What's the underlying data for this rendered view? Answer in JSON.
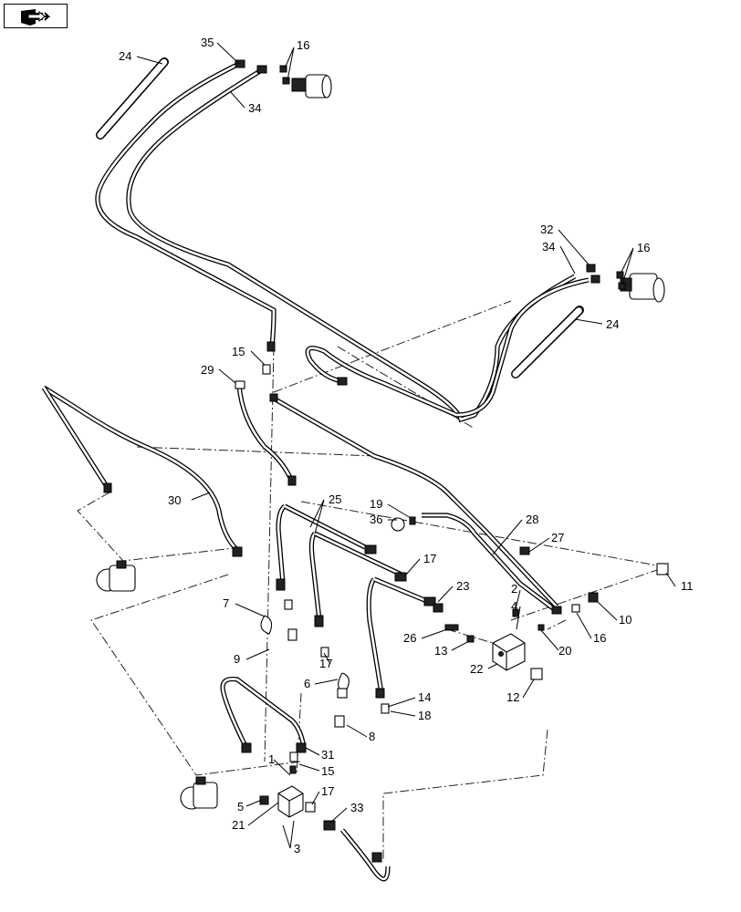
{
  "nav": {
    "icon": "book-arrow-icon"
  },
  "callouts": [
    {
      "id": "c35",
      "text": "35"
    },
    {
      "id": "c16a",
      "text": "16"
    },
    {
      "id": "c24a",
      "text": "24"
    },
    {
      "id": "c34a",
      "text": "34"
    },
    {
      "id": "c32",
      "text": "32"
    },
    {
      "id": "c34b",
      "text": "34"
    },
    {
      "id": "c16b",
      "text": "16"
    },
    {
      "id": "c24b",
      "text": "24"
    },
    {
      "id": "c15a",
      "text": "15"
    },
    {
      "id": "c29",
      "text": "29"
    },
    {
      "id": "c30",
      "text": "30"
    },
    {
      "id": "c25",
      "text": "25"
    },
    {
      "id": "c19",
      "text": "19"
    },
    {
      "id": "c36",
      "text": "36"
    },
    {
      "id": "c28",
      "text": "28"
    },
    {
      "id": "c27",
      "text": "27"
    },
    {
      "id": "c17a",
      "text": "17"
    },
    {
      "id": "c11",
      "text": "11"
    },
    {
      "id": "c23",
      "text": "23"
    },
    {
      "id": "c2",
      "text": "2"
    },
    {
      "id": "c4",
      "text": "4"
    },
    {
      "id": "c10",
      "text": "10"
    },
    {
      "id": "c7",
      "text": "7"
    },
    {
      "id": "c16c",
      "text": "16"
    },
    {
      "id": "c26",
      "text": "26"
    },
    {
      "id": "c20",
      "text": "20"
    },
    {
      "id": "c9",
      "text": "9"
    },
    {
      "id": "c13",
      "text": "13"
    },
    {
      "id": "c22",
      "text": "22"
    },
    {
      "id": "c17b",
      "text": "17"
    },
    {
      "id": "c6",
      "text": "6"
    },
    {
      "id": "c14",
      "text": "14"
    },
    {
      "id": "c12",
      "text": "12"
    },
    {
      "id": "c18",
      "text": "18"
    },
    {
      "id": "c8",
      "text": "8"
    },
    {
      "id": "c31",
      "text": "31"
    },
    {
      "id": "c1",
      "text": "1"
    },
    {
      "id": "c15b",
      "text": "15"
    },
    {
      "id": "c17c",
      "text": "17"
    },
    {
      "id": "c5",
      "text": "5"
    },
    {
      "id": "c33",
      "text": "33"
    },
    {
      "id": "c21",
      "text": "21"
    },
    {
      "id": "c3",
      "text": "3"
    }
  ]
}
